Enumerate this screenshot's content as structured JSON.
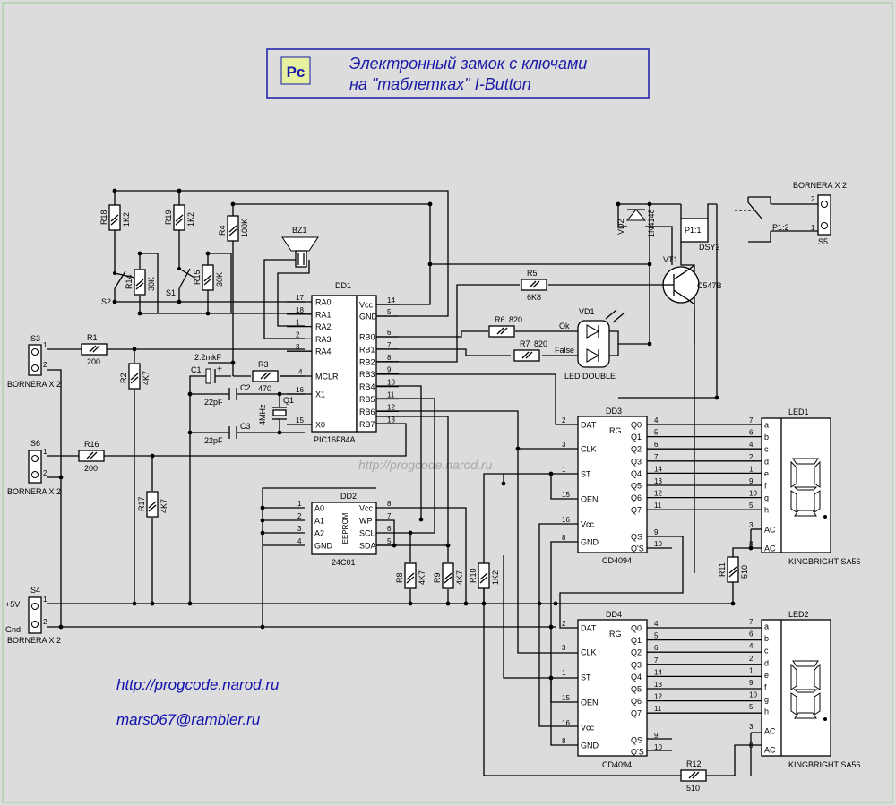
{
  "title": {
    "line1": "Электронный замок с ключами",
    "line2": "на \"таблетках\"  I-Button",
    "logo": "Pc"
  },
  "watermark": "http://progcode.narod.ru",
  "contacts": {
    "url": "http://progcode.narod.ru",
    "email": "mars067@rambler.ru"
  },
  "mcu": {
    "ref": "DD1",
    "part": "PIC16F84A",
    "left_pins": [
      {
        "num": "17",
        "name": "RA0"
      },
      {
        "num": "18",
        "name": "RA1"
      },
      {
        "num": "1",
        "name": "RA2"
      },
      {
        "num": "2",
        "name": "RA3"
      },
      {
        "num": "3",
        "name": "RA4"
      },
      {
        "num": "4",
        "name": "MCLR"
      },
      {
        "num": "16",
        "name": "X1"
      },
      {
        "num": "15",
        "name": "X0"
      }
    ],
    "right_pins": [
      {
        "num": "14",
        "name": "Vcc"
      },
      {
        "num": "5",
        "name": "GND"
      },
      {
        "num": "6",
        "name": "RB0"
      },
      {
        "num": "7",
        "name": "RB1"
      },
      {
        "num": "8",
        "name": "RB2"
      },
      {
        "num": "9",
        "name": "RB3"
      },
      {
        "num": "10",
        "name": "RB4"
      },
      {
        "num": "11",
        "name": "RB5"
      },
      {
        "num": "12",
        "name": "RB6"
      },
      {
        "num": "13",
        "name": "RB7"
      }
    ]
  },
  "eeprom": {
    "ref": "DD2",
    "part": "24C01",
    "inner": "EEPROM",
    "left_pins": [
      {
        "num": "1",
        "name": "A0"
      },
      {
        "num": "2",
        "name": "A1"
      },
      {
        "num": "3",
        "name": "A2"
      },
      {
        "num": "4",
        "name": "GND"
      }
    ],
    "right_pins": [
      {
        "num": "8",
        "name": "Vcc"
      },
      {
        "num": "7",
        "name": "WP"
      },
      {
        "num": "6",
        "name": "SCL"
      },
      {
        "num": "5",
        "name": "SDA"
      }
    ]
  },
  "shift_regs": [
    {
      "ref": "DD3",
      "part": "CD4094",
      "inner": "RG",
      "left_pins": [
        {
          "num": "2",
          "name": "DAT"
        },
        {
          "num": "3",
          "name": "CLK"
        },
        {
          "num": "1",
          "name": "ST"
        },
        {
          "num": "15",
          "name": "OEN"
        },
        {
          "num": "16",
          "name": "Vcc"
        },
        {
          "num": "8",
          "name": "GND"
        }
      ],
      "right_pins": [
        {
          "num": "4",
          "name": "Q0"
        },
        {
          "num": "5",
          "name": "Q1"
        },
        {
          "num": "6",
          "name": "Q2"
        },
        {
          "num": "7",
          "name": "Q3"
        },
        {
          "num": "14",
          "name": "Q4"
        },
        {
          "num": "13",
          "name": "Q5"
        },
        {
          "num": "12",
          "name": "Q6"
        },
        {
          "num": "11",
          "name": "Q7"
        },
        {
          "num": "9",
          "name": "QS"
        },
        {
          "num": "10",
          "name": "Q'S"
        }
      ]
    },
    {
      "ref": "DD4",
      "part": "CD4094",
      "inner": "RG",
      "left_pins": [
        {
          "num": "2",
          "name": "DAT"
        },
        {
          "num": "3",
          "name": "CLK"
        },
        {
          "num": "1",
          "name": "ST"
        },
        {
          "num": "15",
          "name": "OEN"
        },
        {
          "num": "16",
          "name": "Vcc"
        },
        {
          "num": "8",
          "name": "GND"
        }
      ],
      "right_pins": [
        {
          "num": "4",
          "name": "Q0"
        },
        {
          "num": "5",
          "name": "Q1"
        },
        {
          "num": "6",
          "name": "Q2"
        },
        {
          "num": "7",
          "name": "Q3"
        },
        {
          "num": "14",
          "name": "Q4"
        },
        {
          "num": "13",
          "name": "Q5"
        },
        {
          "num": "12",
          "name": "Q6"
        },
        {
          "num": "11",
          "name": "Q7"
        },
        {
          "num": "9",
          "name": "QS"
        },
        {
          "num": "10",
          "name": "Q'S"
        }
      ]
    }
  ],
  "displays": [
    {
      "ref": "LED1",
      "part": "KINGBRIGHT SA56",
      "pins": [
        {
          "num": "7",
          "name": "a"
        },
        {
          "num": "6",
          "name": "b"
        },
        {
          "num": "4",
          "name": "c"
        },
        {
          "num": "2",
          "name": "d"
        },
        {
          "num": "1",
          "name": "e"
        },
        {
          "num": "9",
          "name": "f"
        },
        {
          "num": "10",
          "name": "g"
        },
        {
          "num": "5",
          "name": "h"
        }
      ],
      "ac_pins": [
        {
          "num": "3",
          "name": "AC"
        },
        {
          "num": "8",
          "name": "AC"
        }
      ]
    },
    {
      "ref": "LED2",
      "part": "KINGBRIGHT SA56",
      "pins": [
        {
          "num": "7",
          "name": "a"
        },
        {
          "num": "6",
          "name": "b"
        },
        {
          "num": "4",
          "name": "c"
        },
        {
          "num": "2",
          "name": "d"
        },
        {
          "num": "1",
          "name": "e"
        },
        {
          "num": "9",
          "name": "f"
        },
        {
          "num": "10",
          "name": "g"
        },
        {
          "num": "5",
          "name": "h"
        }
      ],
      "ac_pins": [
        {
          "num": "3",
          "name": "AC"
        },
        {
          "num": "8",
          "name": "AC"
        }
      ]
    }
  ],
  "resistors": {
    "R1": {
      "ref": "R1",
      "value": "200"
    },
    "R2": {
      "ref": "R2",
      "value": "4K7"
    },
    "R3": {
      "ref": "R3",
      "value": "470"
    },
    "R4": {
      "ref": "R4",
      "value": "100K"
    },
    "R5": {
      "ref": "R5",
      "value": "6K8"
    },
    "R6": {
      "ref": "R6",
      "value": "820"
    },
    "R7": {
      "ref": "R7",
      "value": "820"
    },
    "R8": {
      "ref": "R8",
      "value": "4K7"
    },
    "R9": {
      "ref": "R9",
      "value": "4K7"
    },
    "R10": {
      "ref": "R10",
      "value": "1K2"
    },
    "R11": {
      "ref": "R11",
      "value": "510"
    },
    "R12": {
      "ref": "R12",
      "value": "510"
    },
    "R14": {
      "ref": "R14",
      "value": "30K"
    },
    "R15": {
      "ref": "R15",
      "value": "30K"
    },
    "R16": {
      "ref": "R16",
      "value": "200"
    },
    "R17": {
      "ref": "R17",
      "value": "4K7"
    },
    "R18": {
      "ref": "R18",
      "value": "1K2"
    },
    "R19": {
      "ref": "R19",
      "value": "1K2"
    }
  },
  "capacitors": {
    "C1": {
      "ref": "C1",
      "value": "2.2mkF",
      "plus": "+"
    },
    "C2": {
      "ref": "C2",
      "value": "22pF"
    },
    "C3": {
      "ref": "C3",
      "value": "22pF"
    }
  },
  "crystal": {
    "ref": "Q1",
    "value": "4MHz"
  },
  "buzzer": {
    "ref": "BZ1"
  },
  "diode": {
    "ref": "VD2",
    "part": "1N4148"
  },
  "relay": {
    "ref": "P1:1",
    "contact": "P1:2",
    "part": "DSY2"
  },
  "transistor": {
    "ref": "VT1",
    "part": "C547B"
  },
  "led_double": {
    "ref": "VD1",
    "part": "LED DOUBLE",
    "ok": "Ok",
    "false": "False"
  },
  "switches": {
    "s1": "S1",
    "s2": "S2"
  },
  "connectors": {
    "S3": {
      "ref": "S3",
      "part": "BORNERA X 2",
      "p1": "1",
      "p2": "2"
    },
    "S6": {
      "ref": "S6",
      "part": "BORNERA X 2",
      "p1": "1",
      "p2": "2"
    },
    "S4": {
      "ref": "S4",
      "part": "BORNERA X 2",
      "p1": "1",
      "p2": "2",
      "plus": "+5V",
      "gnd": "Gnd"
    },
    "S5": {
      "ref": "S5",
      "part": "BORNERA X 2",
      "p1": "1",
      "p2": "2"
    }
  }
}
